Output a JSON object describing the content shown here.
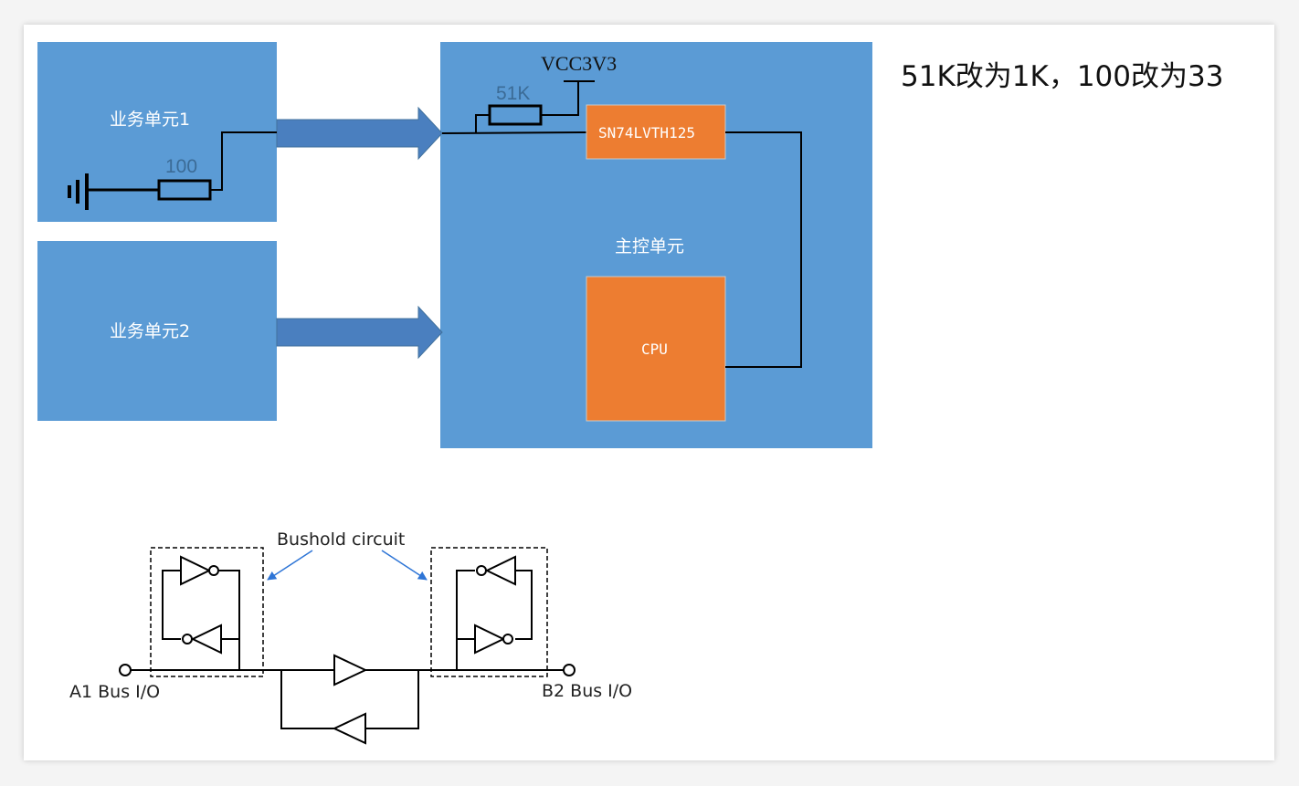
{
  "blocks": {
    "unit1": "业务单元1",
    "unit2": "业务单元2",
    "main": "主控单元",
    "chip": "SN74LVTH125",
    "cpu": "CPU"
  },
  "components": {
    "pullup_resistor": "51K",
    "series_resistor": "100",
    "supply": "VCC3V3"
  },
  "note": "51K改为1K，100改为33",
  "bushold": {
    "title": "Bushold circuit",
    "left_port": "A1 Bus I/O",
    "right_port": "B2 Bus I/O"
  },
  "colors": {
    "block_blue": "#5b9bd5",
    "chip_orange": "#ed7d31",
    "arrow_blue": "#4a7fbf",
    "callout_blue": "#2e75d6"
  }
}
